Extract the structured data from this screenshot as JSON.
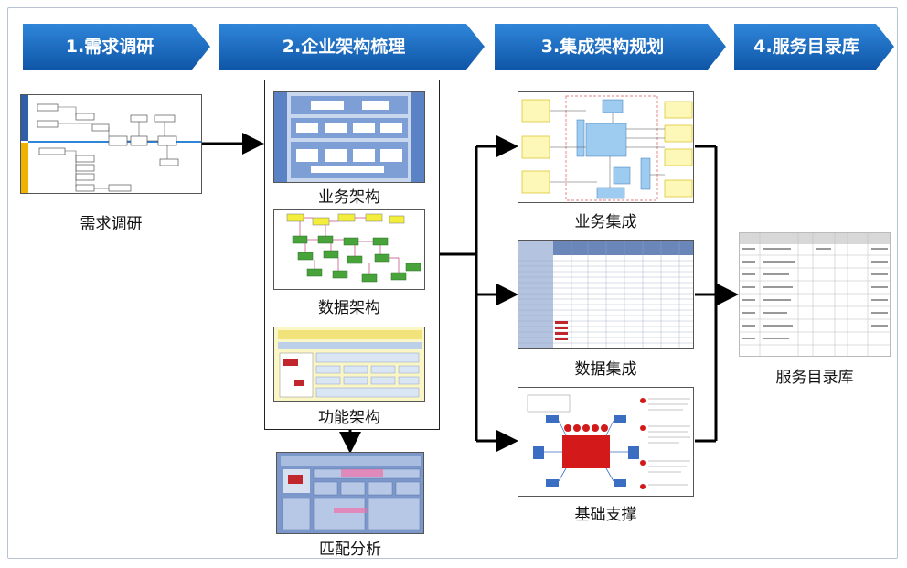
{
  "steps": [
    {
      "label": "1.需求调研"
    },
    {
      "label": "2.企业架构梳理"
    },
    {
      "label": "3.集成架构规划"
    },
    {
      "label": "4.服务目录库"
    }
  ],
  "captions": {
    "requirements": "需求调研",
    "business_arch": "业务架构",
    "data_arch": "数据架构",
    "function_arch": "功能架构",
    "match_analysis": "匹配分析",
    "business_integration": "业务集成",
    "data_integration": "数据集成",
    "infrastructure": "基础支撑",
    "service_catalog": "服务目录库"
  },
  "colors": {
    "step_blue": "#1463b8",
    "step_blue_light": "#2f86d9",
    "arrow": "#000000"
  }
}
